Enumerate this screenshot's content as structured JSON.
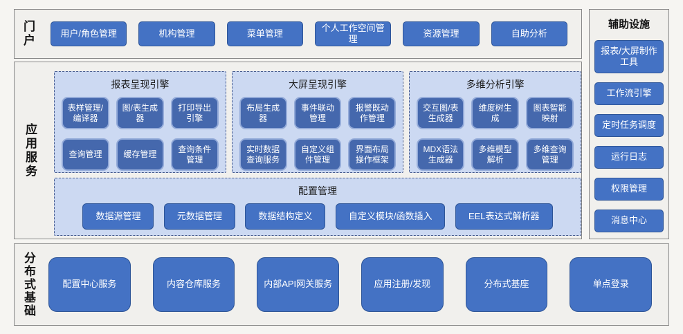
{
  "portal": {
    "label": "门户",
    "items": [
      "用户/角色管理",
      "机构管理",
      "菜单管理",
      "个人工作空间管理",
      "资源管理",
      "自助分析"
    ]
  },
  "app_services": {
    "label": "应用服务",
    "groups": [
      {
        "title": "报表呈现引擎",
        "items": [
          "表样管理/编译器",
          "图/表生成器",
          "打印导出引擎",
          "查询管理",
          "缓存管理",
          "查询条件管理"
        ]
      },
      {
        "title": "大屏呈现引擎",
        "items": [
          "布局生成器",
          "事件联动管理",
          "报警既动作管理",
          "实时数据查询服务",
          "自定义组件管理",
          "界面布局操作框架"
        ]
      },
      {
        "title": "多维分析引擎",
        "items": [
          "交互图/表生成器",
          "维度树生成",
          "图表智能映射",
          "MDX语法生成器",
          "多维模型解析",
          "多维查询管理"
        ]
      }
    ],
    "config": {
      "title": "配置管理",
      "items": [
        "数据源管理",
        "元数据管理",
        "数据结构定义",
        "自定义模块/函数插入",
        "EEL表达式解析器"
      ]
    }
  },
  "auxiliary": {
    "title": "辅助设施",
    "items": [
      "报表/大屏制作工具",
      "工作流引擎",
      "定时任务调度",
      "运行日志",
      "权限管理",
      "消息中心"
    ]
  },
  "foundation": {
    "label": "分布式基础",
    "items": [
      "配置中心服务",
      "内容仓库服务",
      "内部API网关服务",
      "应用注册/发现",
      "分布式基座",
      "单点登录"
    ]
  },
  "colors": {
    "page_bg": "#f6f5f2",
    "panel_bg": "#f1f0ed",
    "panel_border": "#878787",
    "button_fill": "#4472c4",
    "button_border": "#2e5597",
    "inner_button_fill": "#4568ad",
    "inner_button_border": "#94abd9",
    "group_bg": "#ccd9f2",
    "group_border": "#44598c",
    "text_on_button": "#ffffff"
  }
}
